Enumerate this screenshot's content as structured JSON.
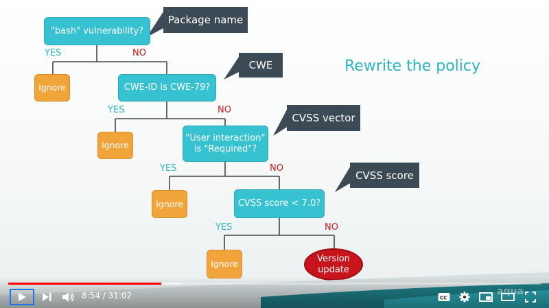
{
  "slide": {
    "title": "Rewrite the policy",
    "decisions": {
      "q1": "\"bash\" vulnerability?",
      "q2": "CWE-ID is CWE-79?",
      "q3_line1": "\"User interaction\"",
      "q3_line2": "is \"Required\"?",
      "q4": "CVSS score < 7.0?"
    },
    "ignore_label": "Ignore",
    "version_update_line1": "Version",
    "version_update_line2": "update",
    "yes": "YES",
    "no": "NO",
    "callouts": {
      "c1": "Package name",
      "c2": "CWE",
      "c3": "CVSS vector",
      "c4": "CVSS score"
    },
    "watermark": "aqua"
  },
  "player": {
    "current_time": "8:54",
    "separator": "/",
    "duration": "31:02",
    "progress_fraction": 0.287,
    "buffered_fraction": 0.325,
    "icons": [
      "play-icon",
      "next-icon",
      "volume-icon",
      "captions-icon",
      "gear-icon",
      "miniplayer-icon",
      "theater-icon",
      "fullscreen-icon"
    ],
    "colors": {
      "progress": "#ff0000",
      "accent": "#36c2d0",
      "ignore": "#f0a43a",
      "version": "#c8141c",
      "callout": "#3c4a55"
    }
  }
}
